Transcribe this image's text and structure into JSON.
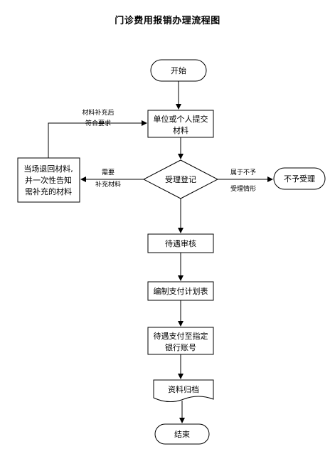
{
  "title": "门诊费用报销办理流程图",
  "nodes": {
    "start": "开始",
    "submit_line1": "单位或个人提交",
    "submit_line2": "材料",
    "register": "受理登记",
    "reject": "不予受理",
    "return_line1": "当场退回材料,",
    "return_line2": "并一次性告知",
    "return_line3": "需补充的材料",
    "review": "待遇审核",
    "plan": "编制支付计划表",
    "pay_line1": "待遇支付至指定",
    "pay_line2": "银行账号",
    "archive": "资料归档",
    "end": "结束"
  },
  "edge_labels": {
    "resubmit_line1": "材料补充后",
    "resubmit_line2": "符合要求",
    "need_line1": "需要",
    "need_line2": "补充材料",
    "reject_line1": "属于不予",
    "reject_line2": "受理情形"
  }
}
